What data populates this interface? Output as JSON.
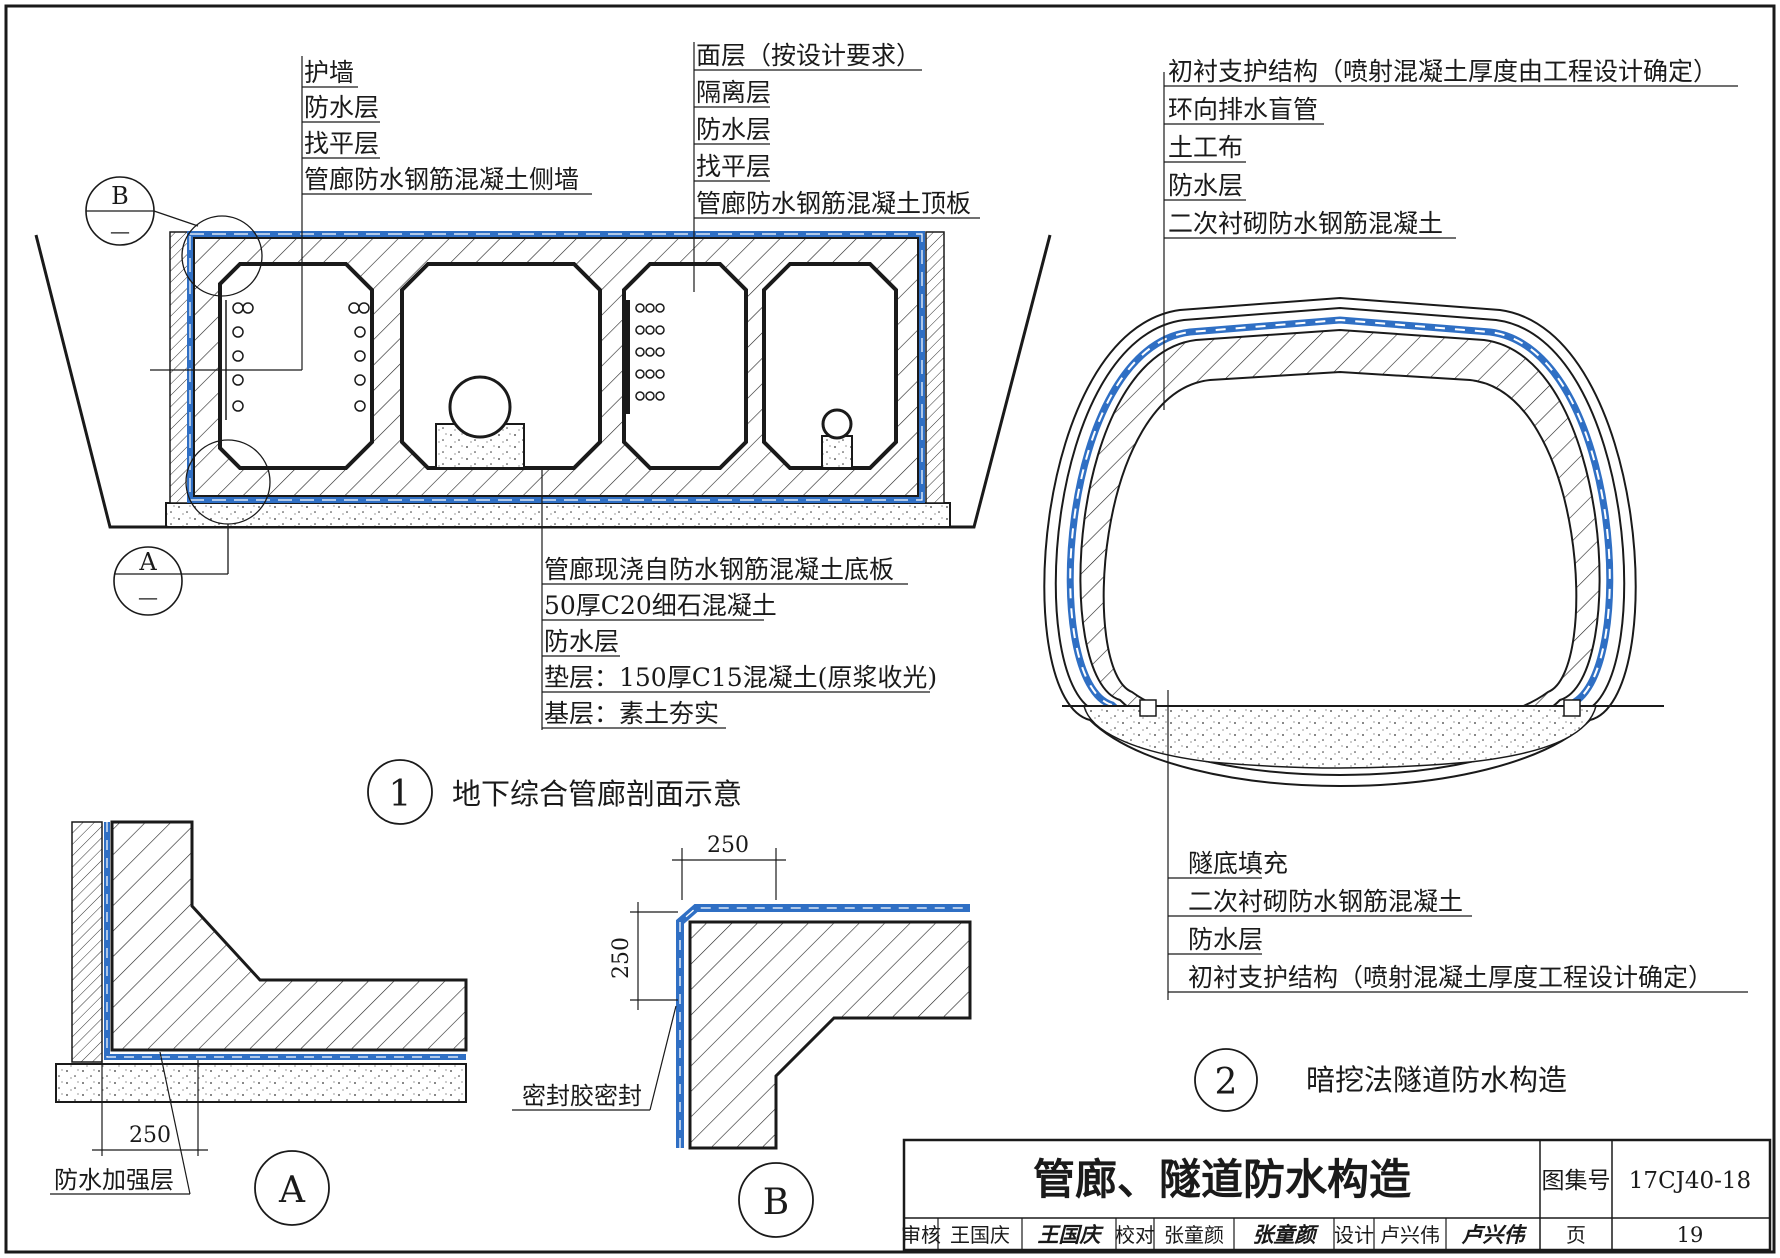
{
  "figure1": {
    "number": "1",
    "title": "地下综合管廊剖面示意",
    "marker_b": "B",
    "marker_a": "A",
    "marker_sub": "—",
    "wall_labels": [
      "护墙",
      "防水层",
      "找平层",
      "管廊防水钢筋混凝土侧墙"
    ],
    "roof_labels": [
      "面层（按设计要求）",
      "隔离层",
      "防水层",
      "找平层",
      "管廊防水钢筋混凝土顶板"
    ],
    "floor_labels": [
      "管廊现浇自防水钢筋混凝土底板",
      "50厚C20细石混凝土",
      "防水层",
      "垫层：150厚C15混凝土(原浆收光)",
      "基层：素土夯实"
    ]
  },
  "figure2": {
    "number": "2",
    "title": "暗挖法隧道防水构造",
    "top_labels": [
      "初衬支护结构（喷射混凝土厚度由工程设计确定）",
      "环向排水盲管",
      "土工布",
      "防水层",
      "二次衬砌防水钢筋混凝土"
    ],
    "bottom_labels": [
      "隧底填充",
      "二次衬砌防水钢筋混凝土",
      "防水层",
      "初衬支护结构（喷射混凝土厚度工程设计确定）"
    ]
  },
  "detailA": {
    "label": "A",
    "dimension": "250",
    "note": "防水加强层"
  },
  "detailB": {
    "label": "B",
    "dim_h": "250",
    "dim_v": "250",
    "note": "密封胶密封"
  },
  "titleblock": {
    "title": "管廊、隧道防水构造",
    "atlas_label": "图集号",
    "atlas_no": "17CJ40-18",
    "review_label": "审核",
    "review_name": "王国庆",
    "review_sign": "王国庆",
    "check_label": "校对",
    "check_name": "张童颜",
    "check_sign": "张童颜",
    "design_label": "设计",
    "design_name": "卢兴伟",
    "design_sign": "卢兴伟",
    "page_label": "页",
    "page_no": "19"
  },
  "colors": {
    "line": "#1a1a1a",
    "membrane": "#2f6fc4",
    "membrane_light": "#8fb8e8",
    "paper": "#ffffff"
  }
}
